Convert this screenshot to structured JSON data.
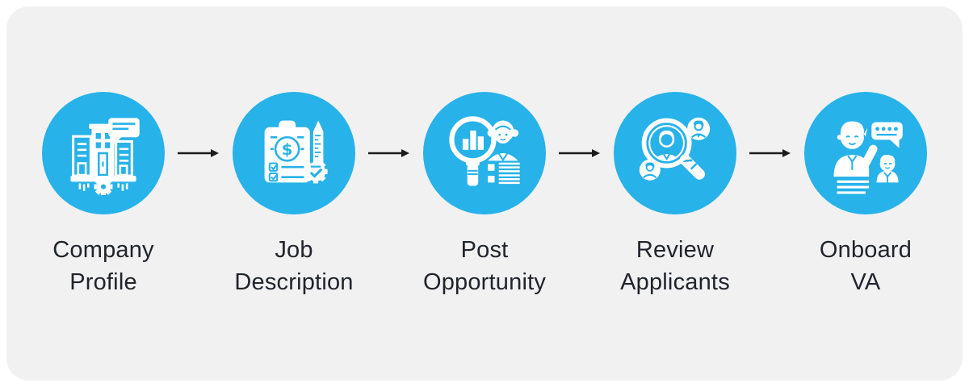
{
  "page": {
    "background": "#ffffff"
  },
  "card": {
    "background": "#f1f1f2",
    "corner_radius": 28
  },
  "colors": {
    "accent": "#27b2e9",
    "icon": "#ffffff",
    "text": "#20242c",
    "arrow": "#1c1c1c",
    "card_background": "#f1f1f2",
    "page_background": "#ffffff"
  },
  "flow": {
    "connector": "arrow-right",
    "steps": [
      {
        "label": "Company\nProfile",
        "icon": "company-building-icon"
      },
      {
        "label": "Job\nDescription",
        "icon": "job-description-clipboard-icon"
      },
      {
        "label": "Post\nOpportunity",
        "icon": "magnifier-chart-profile-icon"
      },
      {
        "label": "Review\nApplicants",
        "icon": "magnifier-people-icon"
      },
      {
        "label": "Onboard\nVA",
        "icon": "person-chat-onboarding-icon"
      }
    ]
  }
}
